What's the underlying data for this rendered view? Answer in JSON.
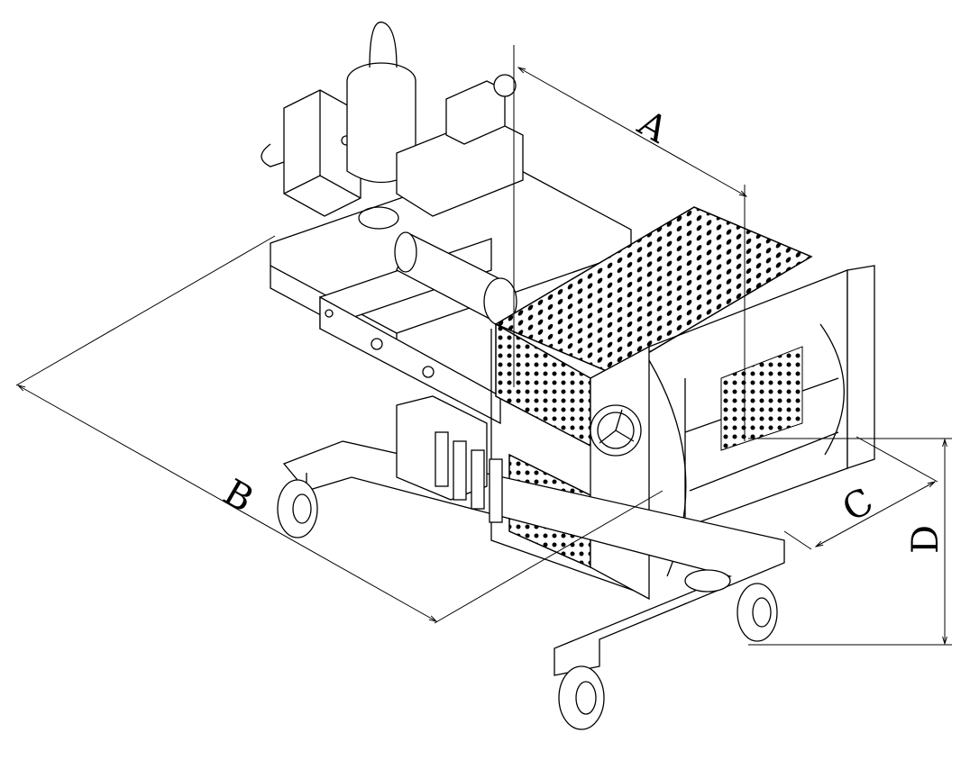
{
  "diagram": {
    "dimensions": {
      "A": "A",
      "B": "B",
      "C": "C",
      "D": "D"
    },
    "colors": {
      "line": "#000000",
      "background": "#ffffff"
    }
  }
}
